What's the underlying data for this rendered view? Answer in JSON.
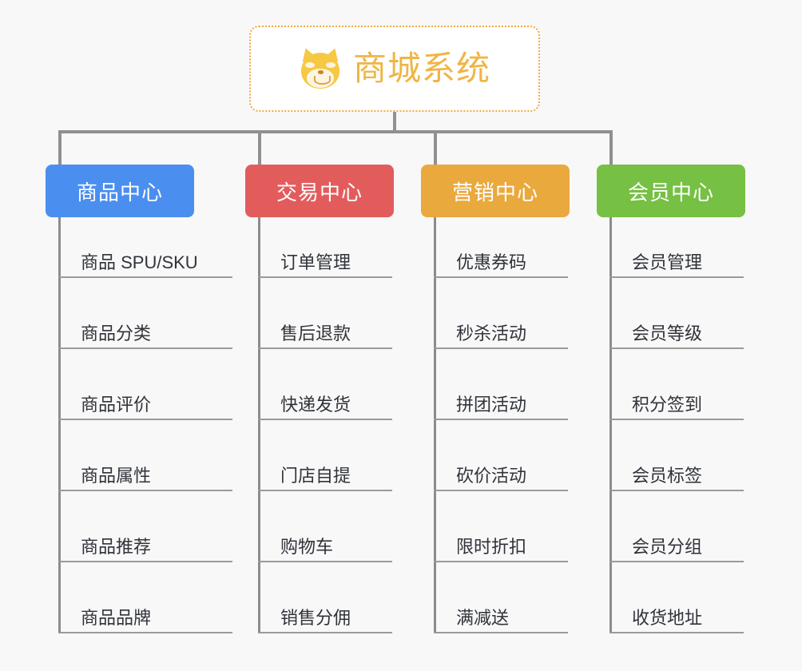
{
  "background_color": "#f8f8f8",
  "root": {
    "title": "商城系统",
    "icon": "shiba-dog-face-icon",
    "text_color": "#f0b545",
    "border_color": "#eeaa3c",
    "background_color": "#ffffff"
  },
  "connector_color": "#909090",
  "categories": [
    {
      "label": "商品中心",
      "color": "#4a8ef0",
      "items": [
        "商品 SPU/SKU",
        "商品分类",
        "商品评价",
        "商品属性",
        "商品推荐",
        "商品品牌"
      ]
    },
    {
      "label": "交易中心",
      "color": "#e35c5c",
      "items": [
        "订单管理",
        "售后退款",
        "快递发货",
        "门店自提",
        "购物车",
        "销售分佣"
      ]
    },
    {
      "label": "营销中心",
      "color": "#eaa93d",
      "items": [
        "优惠券码",
        "秒杀活动",
        "拼团活动",
        "砍价活动",
        "限时折扣",
        "满减送"
      ]
    },
    {
      "label": "会员中心",
      "color": "#76c044",
      "items": [
        "会员管理",
        "会员等级",
        "积分签到",
        "会员标签",
        "会员分组",
        "收货地址"
      ]
    }
  ]
}
